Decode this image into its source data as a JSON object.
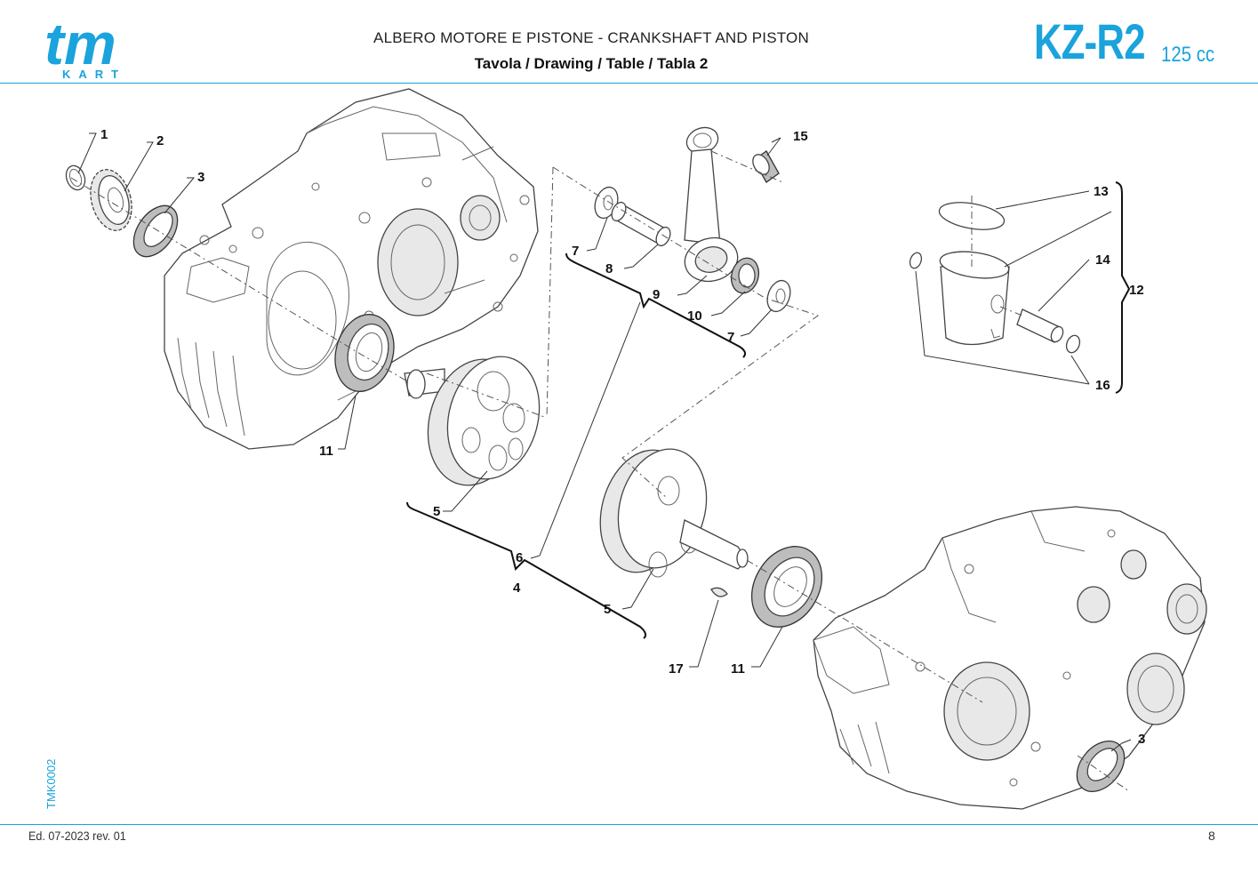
{
  "header": {
    "logo_text": "tm",
    "logo_subtext": "KART",
    "title": "ALBERO MOTORE E PISTONE  - CRANKSHAFT AND PISTON",
    "subtitle": "Tavola / Drawing / Table  / Tabla  2",
    "model": "KZ-R2",
    "displacement": "125 cc"
  },
  "footer": {
    "edition": "Ed. 07-2023  rev. 01",
    "page_number": "8",
    "drawing_code": "TMK0002"
  },
  "parts": {
    "p1": "1",
    "p2": "2",
    "p3a": "3",
    "p3b": "3",
    "p4": "4",
    "p5a": "5",
    "p5b": "5",
    "p6": "6",
    "p7a": "7",
    "p7b": "7",
    "p8": "8",
    "p9": "9",
    "p10": "10",
    "p11a": "11",
    "p11b": "11",
    "p12": "12",
    "p13": "13",
    "p14": "14",
    "p15": "15",
    "p16": "16",
    "p17": "17"
  },
  "colors": {
    "accent": "#1aa3dc",
    "line": "#444444"
  }
}
